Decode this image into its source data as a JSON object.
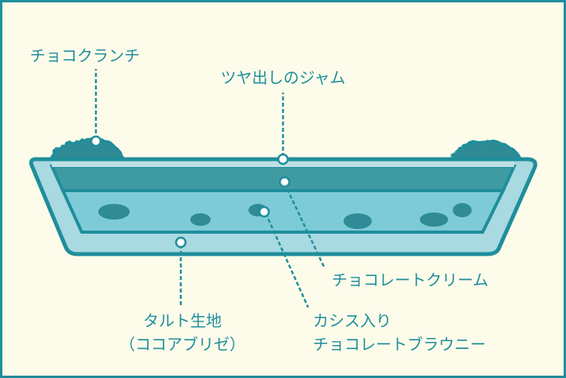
{
  "colors": {
    "accent": "#1f8e9c",
    "background": "#fdfbea",
    "jam": "#3f9ba2",
    "brownie": "#7ecbd8",
    "crust": "#a9d9e1"
  },
  "labels": {
    "crunch": "チョコクランチ",
    "jam": "ツヤ出しのジャム",
    "cream": "チョコレートクリーム",
    "brownie_line1": "カシス入り",
    "brownie_line2": "チョコレートブラウニー",
    "crust_line1": "タルト生地",
    "crust_line2": "（ココアブリゼ）"
  }
}
